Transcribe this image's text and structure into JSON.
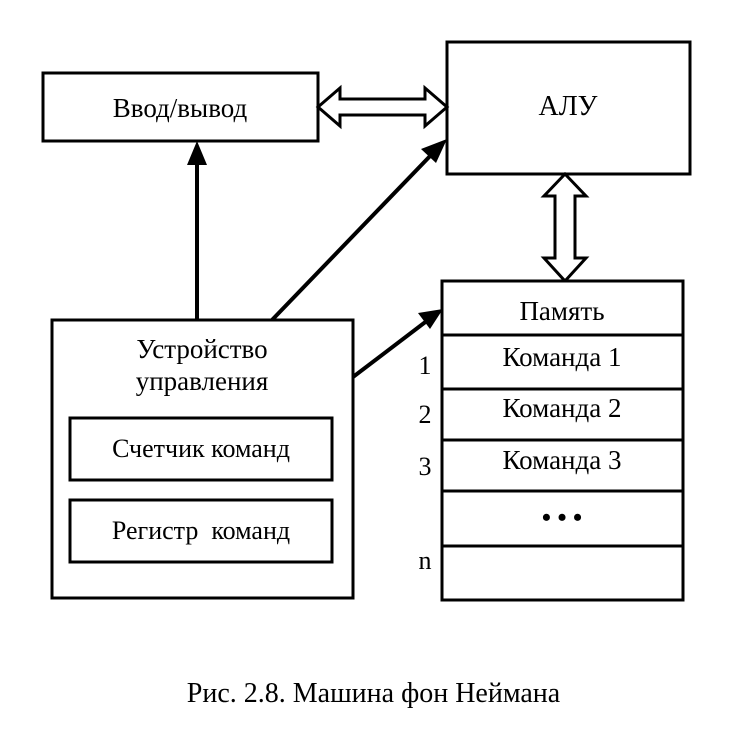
{
  "diagram": {
    "io_label": "Ввод/вывод",
    "alu_label": "АЛУ",
    "control_unit_label_line1": "Устройство",
    "control_unit_label_line2": "управления",
    "counter_label": "Счетчик команд",
    "register_label": "Регистр  команд",
    "memory_header": "Память",
    "memory_cells": [
      {
        "index": "1",
        "label": "Команда 1"
      },
      {
        "index": "2",
        "label": "Команда 2"
      },
      {
        "index": "3",
        "label": "Команда 3"
      },
      {
        "index": "",
        "label": "• • •"
      },
      {
        "index": "n",
        "label": ""
      }
    ]
  },
  "caption": "Рис. 2.8. Машина фон Неймана"
}
